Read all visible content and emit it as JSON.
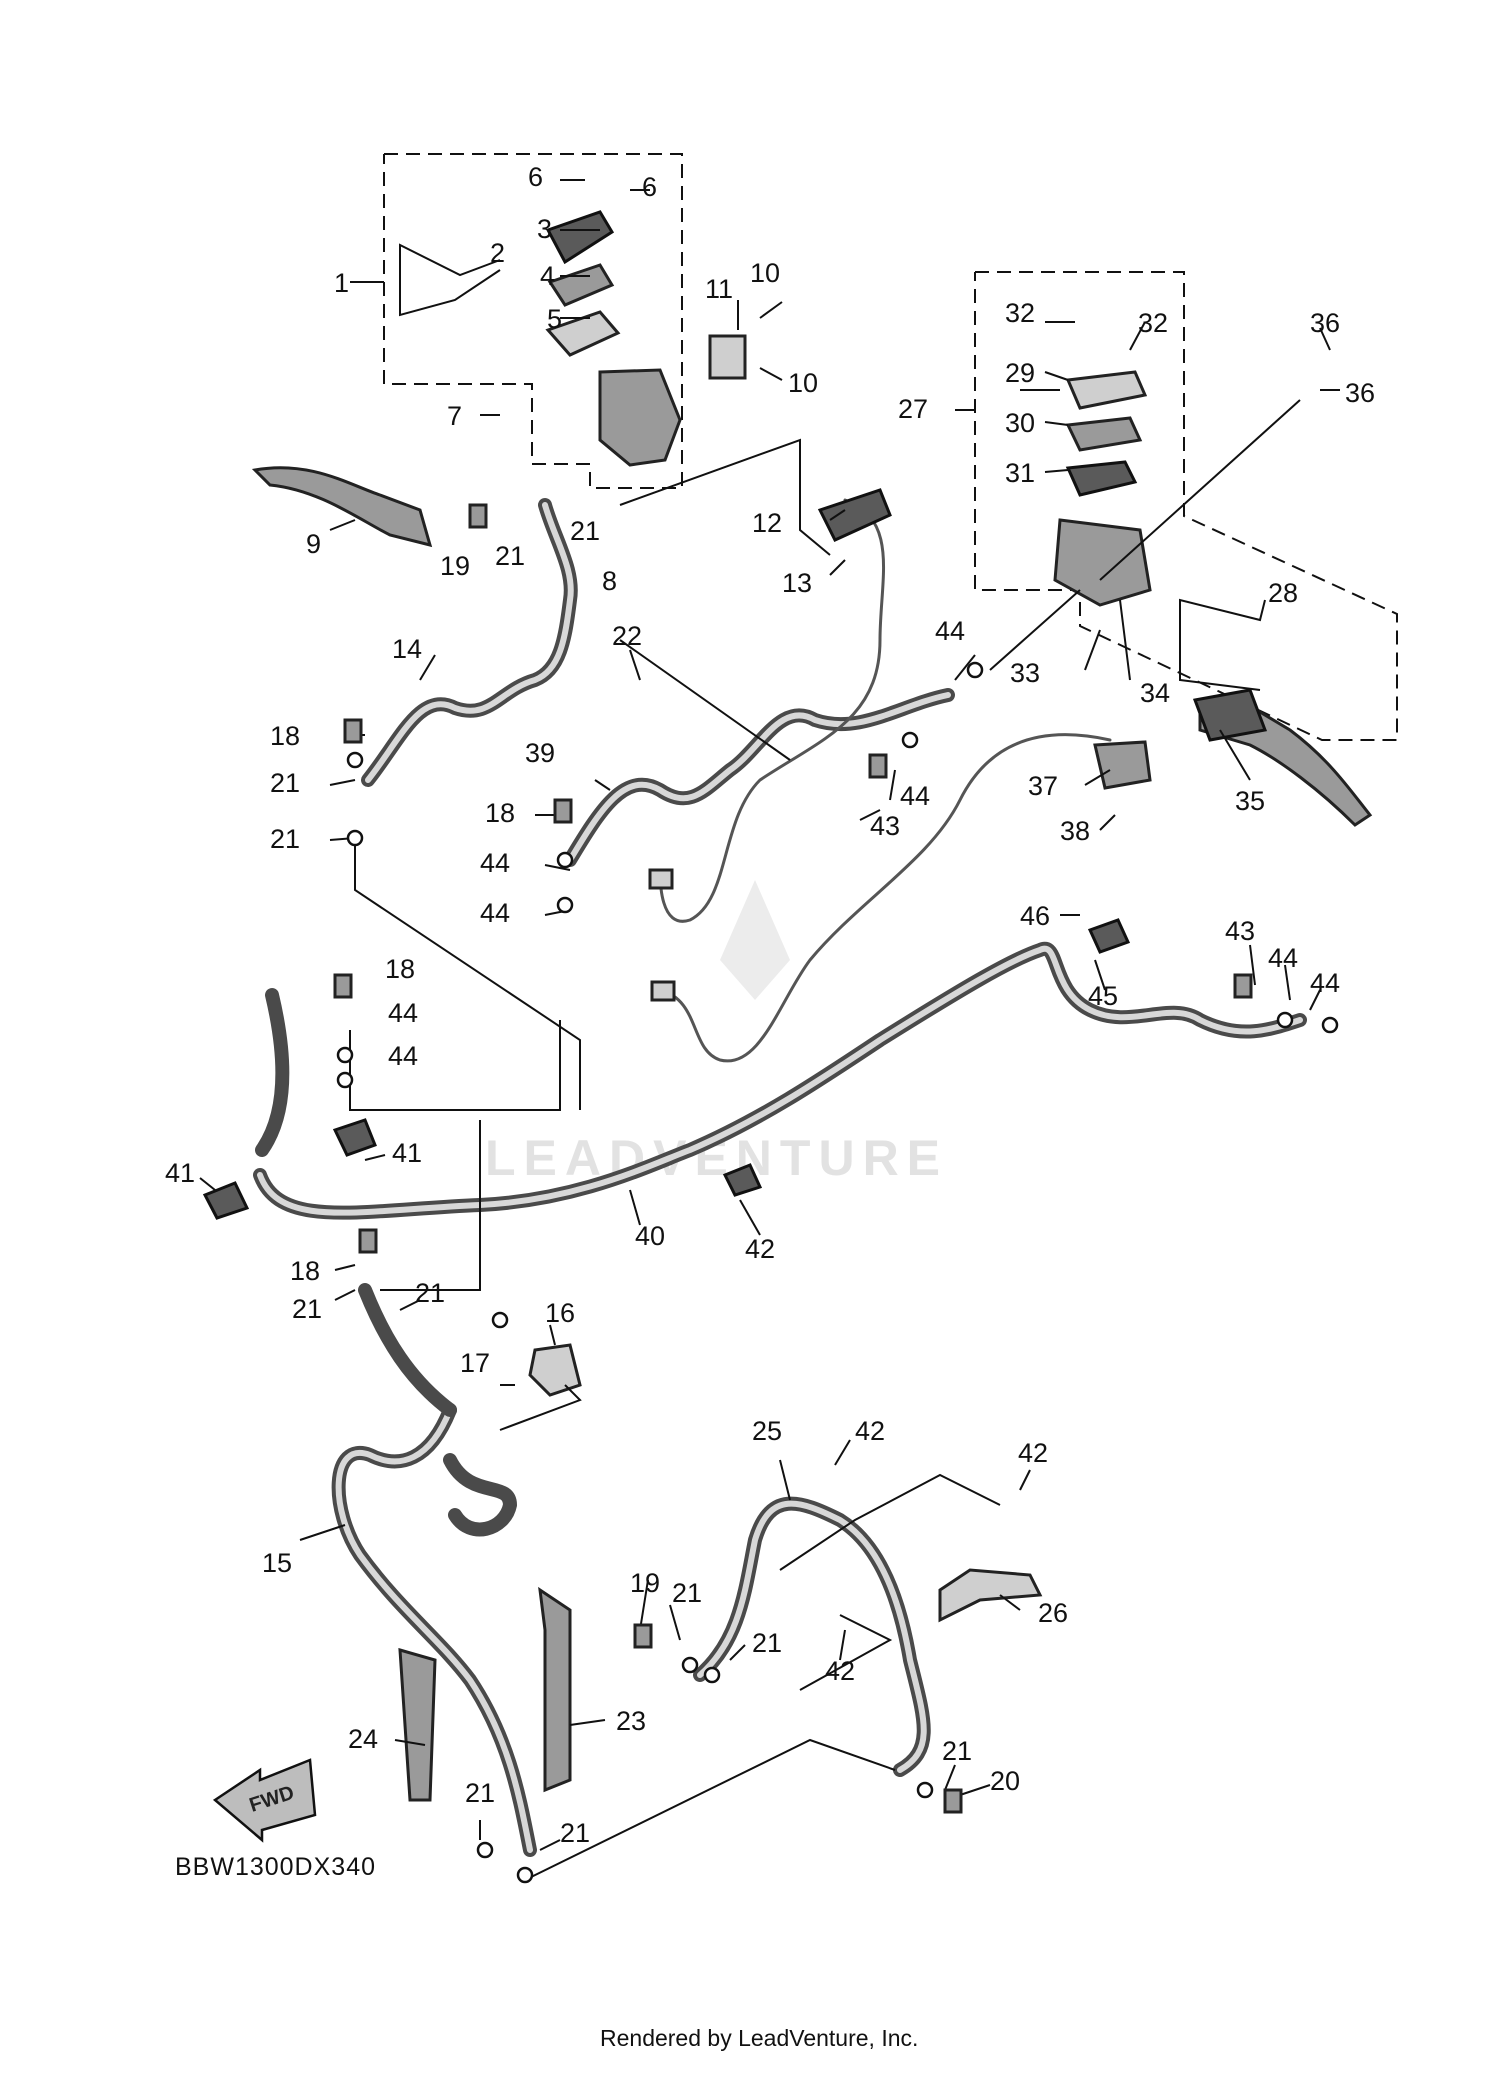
{
  "diagram": {
    "reference_code": "BBW1300DX340",
    "credit": "Rendered by LeadVenture, Inc.",
    "watermark": "LEADVENTURE",
    "fwd_label": "FWD",
    "callouts": [
      {
        "label": "1"
      },
      {
        "label": "2"
      },
      {
        "label": "3"
      },
      {
        "label": "4"
      },
      {
        "label": "5"
      },
      {
        "label": "6"
      },
      {
        "label": "6"
      },
      {
        "label": "7"
      },
      {
        "label": "8"
      },
      {
        "label": "9"
      },
      {
        "label": "10"
      },
      {
        "label": "10"
      },
      {
        "label": "11"
      },
      {
        "label": "12"
      },
      {
        "label": "13"
      },
      {
        "label": "14"
      },
      {
        "label": "15"
      },
      {
        "label": "16"
      },
      {
        "label": "17"
      },
      {
        "label": "18"
      },
      {
        "label": "18"
      },
      {
        "label": "18"
      },
      {
        "label": "18"
      },
      {
        "label": "19"
      },
      {
        "label": "19"
      },
      {
        "label": "20"
      },
      {
        "label": "21"
      },
      {
        "label": "21"
      },
      {
        "label": "21"
      },
      {
        "label": "21"
      },
      {
        "label": "21"
      },
      {
        "label": "21"
      },
      {
        "label": "21"
      },
      {
        "label": "21"
      },
      {
        "label": "21"
      },
      {
        "label": "21"
      },
      {
        "label": "21"
      },
      {
        "label": "21"
      },
      {
        "label": "22"
      },
      {
        "label": "23"
      },
      {
        "label": "24"
      },
      {
        "label": "25"
      },
      {
        "label": "26"
      },
      {
        "label": "27"
      },
      {
        "label": "28"
      },
      {
        "label": "29"
      },
      {
        "label": "30"
      },
      {
        "label": "31"
      },
      {
        "label": "32"
      },
      {
        "label": "32"
      },
      {
        "label": "33"
      },
      {
        "label": "34"
      },
      {
        "label": "35"
      },
      {
        "label": "36"
      },
      {
        "label": "36"
      },
      {
        "label": "37"
      },
      {
        "label": "38"
      },
      {
        "label": "39"
      },
      {
        "label": "40"
      },
      {
        "label": "41"
      },
      {
        "label": "41"
      },
      {
        "label": "42"
      },
      {
        "label": "42"
      },
      {
        "label": "42"
      },
      {
        "label": "42"
      },
      {
        "label": "43"
      },
      {
        "label": "43"
      },
      {
        "label": "44"
      },
      {
        "label": "44"
      },
      {
        "label": "44"
      },
      {
        "label": "44"
      },
      {
        "label": "44"
      },
      {
        "label": "44"
      },
      {
        "label": "44"
      },
      {
        "label": "44"
      },
      {
        "label": "44"
      },
      {
        "label": "45"
      },
      {
        "label": "46"
      }
    ]
  }
}
